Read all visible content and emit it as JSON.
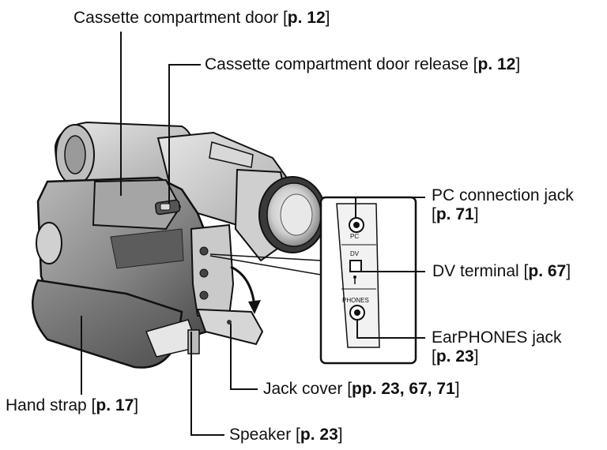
{
  "callouts": [
    {
      "id": "door",
      "text": "Cassette compartment door [",
      "ref": "p. 12",
      "close": "]"
    },
    {
      "id": "release",
      "text": "Cassette compartment door release [",
      "ref": "p. 12",
      "close": "]"
    },
    {
      "id": "pc",
      "text": "PC connection jack",
      "line2_open": "[",
      "ref": "p. 71",
      "close": "]"
    },
    {
      "id": "dv",
      "text": "DV terminal [",
      "ref": "p. 67",
      "close": "]"
    },
    {
      "id": "earphones",
      "text": "EarPHONES jack",
      "line2_open": "[",
      "ref": "p. 23",
      "close": "]"
    },
    {
      "id": "jackcover",
      "text": "Jack cover [",
      "ref": "pp. 23, 67, 71",
      "close": "]"
    },
    {
      "id": "handstrap",
      "text": "Hand strap [",
      "ref": "p. 17",
      "close": "]"
    },
    {
      "id": "speaker",
      "text": "Speaker [",
      "ref": "p. 23",
      "close": "]"
    }
  ],
  "panel_markings": {
    "pc": "PC",
    "dv": "DV",
    "phones": "PHONES"
  }
}
